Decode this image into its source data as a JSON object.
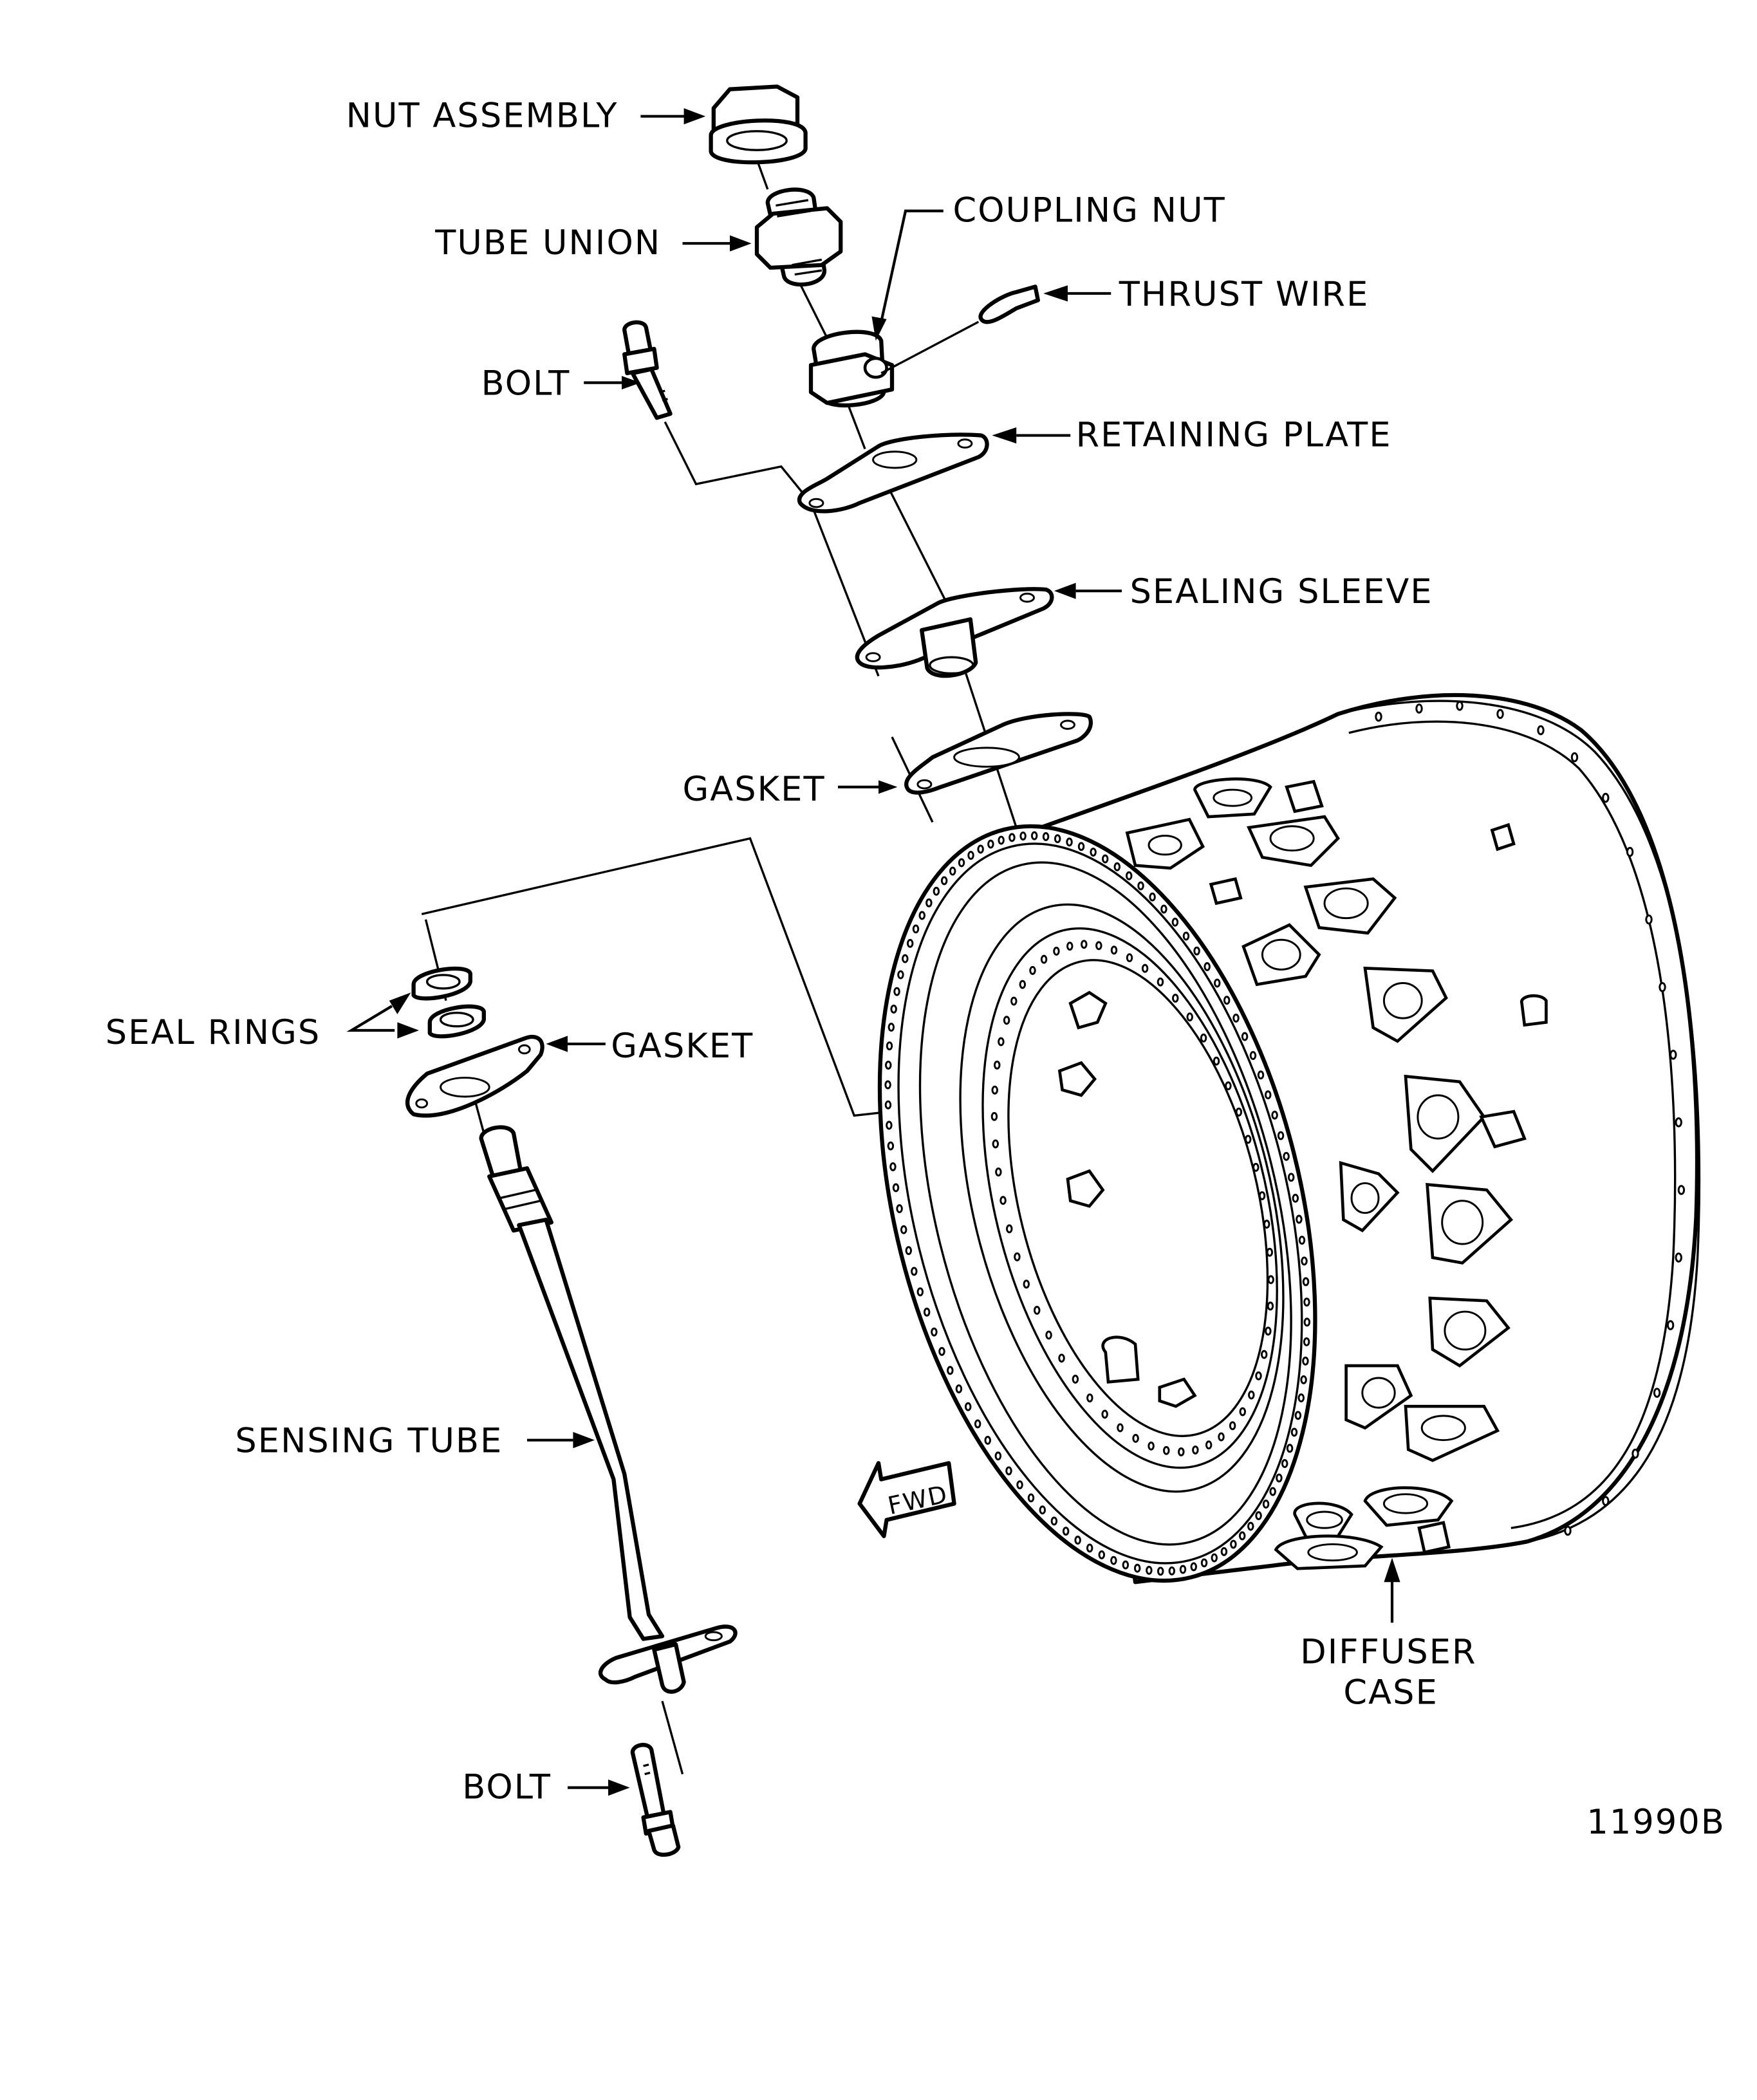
{
  "figure": {
    "number": "11990B",
    "direction_indicator": "FWD",
    "colors": {
      "ink": "#000000",
      "paper": "#ffffff"
    }
  },
  "labels": {
    "nut_assembly": "NUT ASSEMBLY",
    "tube_union": "TUBE UNION",
    "coupling_nut": "COUPLING NUT",
    "thrust_wire": "THRUST WIRE",
    "bolt_upper": "BOLT",
    "retaining_plate": "RETAINING PLATE",
    "sealing_sleeve": "SEALING SLEEVE",
    "gasket_upper": "GASKET",
    "seal_rings": "SEAL RINGS",
    "gasket_lower": "GASKET",
    "sensing_tube": "SENSING TUBE",
    "bolt_lower": "BOLT",
    "diffuser_case_line1": "DIFFUSER",
    "diffuser_case_line2": "CASE"
  }
}
